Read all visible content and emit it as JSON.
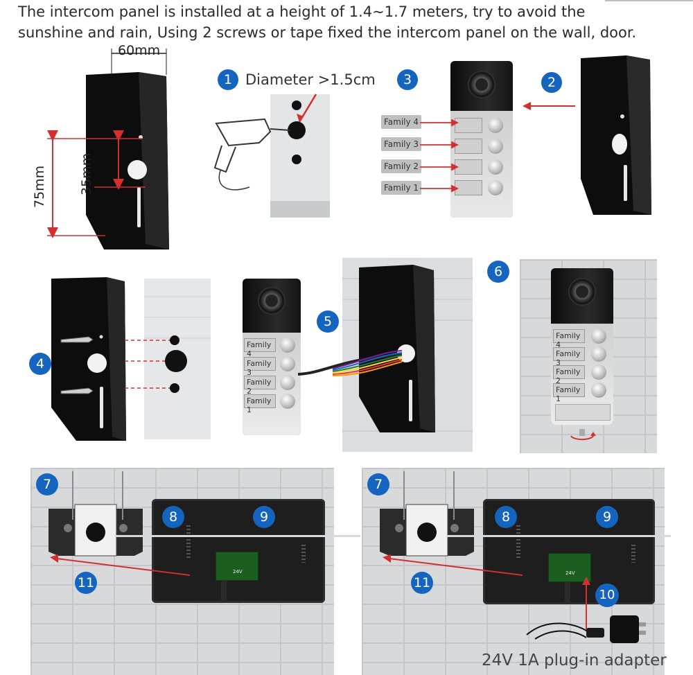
{
  "intro": "The intercom panel is installed at a height of 1.4~1.7 meters, try to avoid the sunshine and rain, Using 2 screws or tape fixed the intercom panel on the wall, door.",
  "dimensions": {
    "width": "60mm",
    "height_total": "75mm",
    "height_hole": "35mm"
  },
  "drill": {
    "label": "Diameter >1.5cm"
  },
  "steps": [
    "1",
    "2",
    "3",
    "4",
    "5",
    "6",
    "7",
    "8",
    "9",
    "10",
    "11"
  ],
  "families": [
    "Family 4",
    "Family 3",
    "Family 2",
    "Family 1"
  ],
  "monitor": {
    "board_text": "24V"
  },
  "adapter": {
    "label": "24V 1A plug-in adapter"
  },
  "colors": {
    "badge": "#1565c0",
    "arrow": "#d32f2f",
    "housing": "#111111"
  }
}
